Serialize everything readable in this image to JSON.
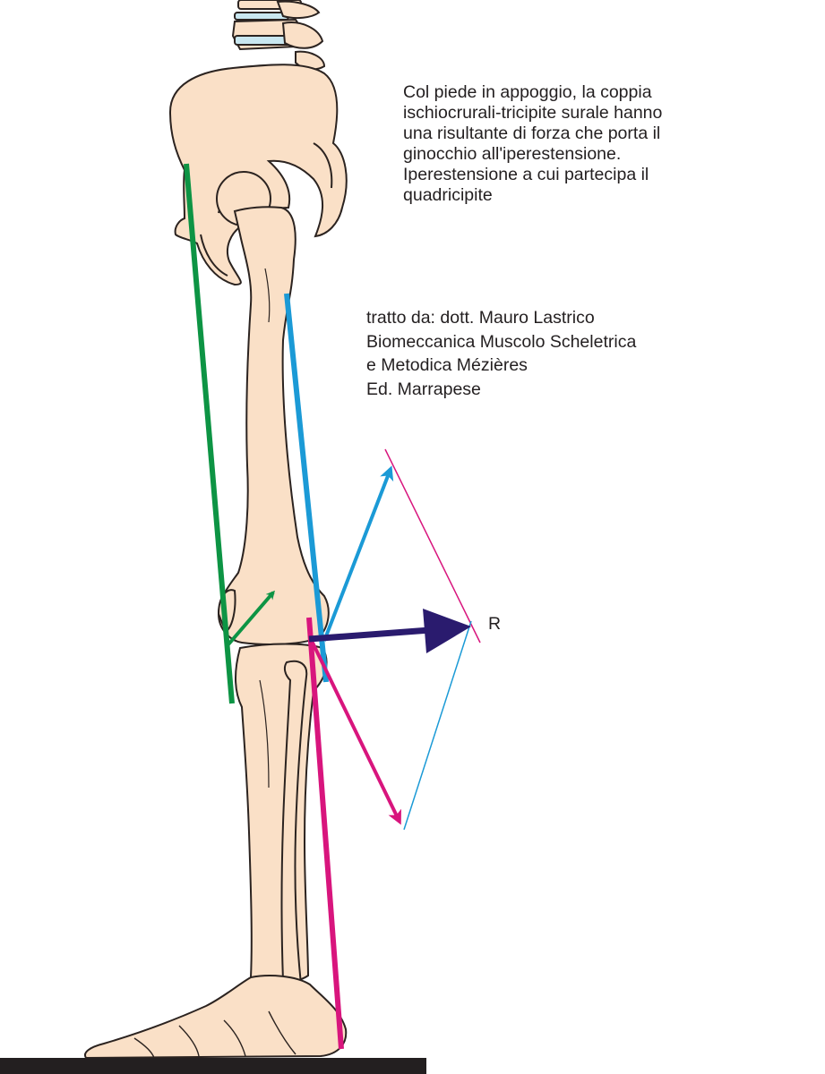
{
  "caption": {
    "lines": [
      "Col piede in appoggio, la coppia",
      "ischiocrurali-tricipite surale hanno",
      "una risultante di forza che porta il",
      "ginocchio all'iperestensione.",
      "Iperestensione a cui partecipa il",
      "quadricipite"
    ]
  },
  "source": {
    "lines": [
      "tratto da: dott. Mauro Lastrico",
      "Biomeccanica Muscolo Scheletrica",
      "e Metodica Mézières",
      "Ed. Marrapese"
    ]
  },
  "resultant_label": "R",
  "colors": {
    "bone": "#fae0c7",
    "outline": "#2b2320",
    "green": "#0d9444",
    "blue": "#1b9ad6",
    "magenta": "#d8157d",
    "resultant": "#2a1b6e",
    "ground": "#231f20"
  },
  "icons": [
    "hip-bone",
    "femur",
    "patella",
    "tibia",
    "fibula",
    "foot",
    "lumbar-vertebrae"
  ]
}
